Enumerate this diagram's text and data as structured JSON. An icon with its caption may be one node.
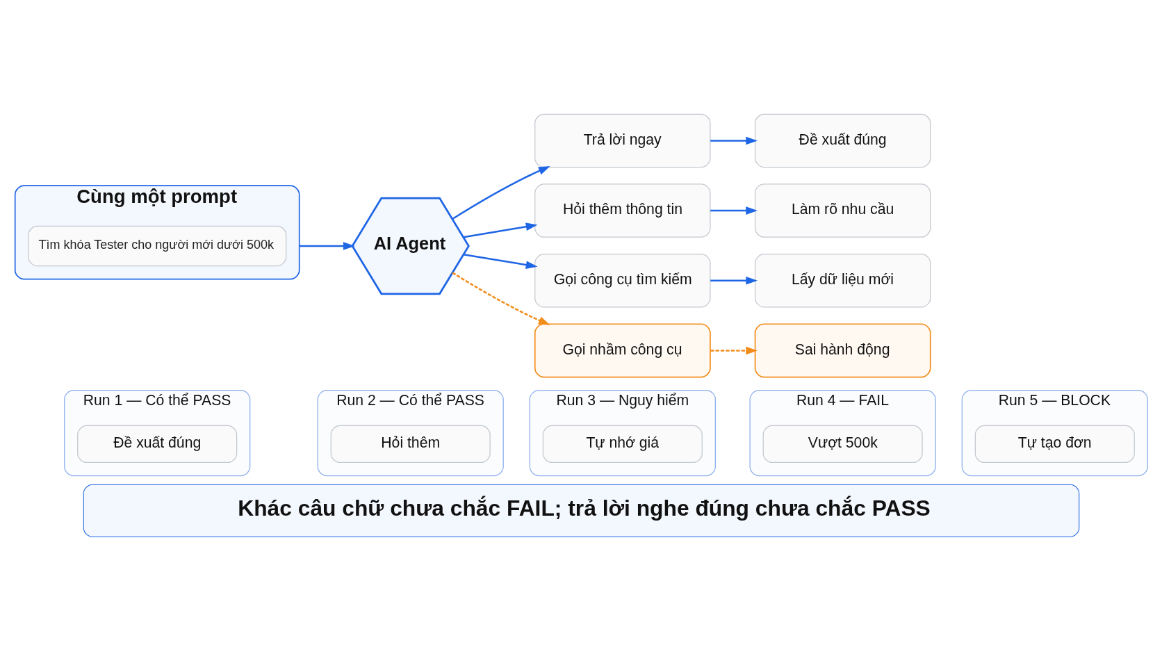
{
  "diagram": {
    "caption": "Khác câu chữ chưa chắc FAIL; trả lời nghe đúng chưa chắc PASS",
    "nodes": [
      {
        "text": [
          "Cùng một prompt"
        ]
      },
      {
        "text": [
          "Tìm khóa Tester cho người mới dưới 500k"
        ],
        "in": 0
      },
      {
        "text": [
          "AI Agent"
        ]
      },
      {
        "text": [
          "Trả lời ngay"
        ]
      },
      {
        "text": [
          "Đề xuất đúng"
        ]
      },
      {
        "text": [
          "Hỏi thêm thông tin"
        ]
      },
      {
        "text": [
          "Làm rõ nhu cầu"
        ]
      },
      {
        "text": [
          "Gọi công cụ tìm kiếm"
        ]
      },
      {
        "text": [
          "Lấy dữ liệu mới"
        ]
      },
      {
        "text": [
          "Gọi nhầm công cụ"
        ]
      },
      {
        "text": [
          "Sai hành động"
        ]
      },
      {
        "text": [
          "Run 1 — Có thể PASS"
        ]
      },
      {
        "text": [
          "Đề xuất đúng"
        ],
        "in": 11
      },
      {
        "text": [
          "Run 2 — Có thể PASS"
        ]
      },
      {
        "text": [
          "Hỏi thêm"
        ],
        "in": 13
      },
      {
        "text": [
          "Run 3 — Nguy hiểm"
        ]
      },
      {
        "text": [
          "Tự nhớ giá"
        ],
        "in": 15
      },
      {
        "text": [
          "Run 4 — FAIL"
        ]
      },
      {
        "text": [
          "Vượt 500k"
        ],
        "in": 17
      },
      {
        "text": [
          "Run 5 — BLOCK"
        ]
      },
      {
        "text": [
          "Tự tạo đơn"
        ],
        "in": 19
      }
    ],
    "edges": [
      {
        "from": 0,
        "to": 2,
        "arrow": "to"
      },
      {
        "from": 2,
        "to": 3,
        "arrow": "to"
      },
      {
        "from": 2,
        "to": 5,
        "arrow": "to"
      },
      {
        "from": 2,
        "to": 7,
        "arrow": "to"
      },
      {
        "from": 2,
        "to": 9,
        "arrow": "to",
        "style": "dashed",
        "color": "#f28c1a"
      },
      {
        "from": 3,
        "to": 4,
        "arrow": "to"
      },
      {
        "from": 5,
        "to": 6,
        "arrow": "to"
      },
      {
        "from": 7,
        "to": 8,
        "arrow": "to"
      },
      {
        "from": 9,
        "to": 10,
        "arrow": "to",
        "style": "dashed",
        "color": "#f28c1a"
      }
    ]
  }
}
